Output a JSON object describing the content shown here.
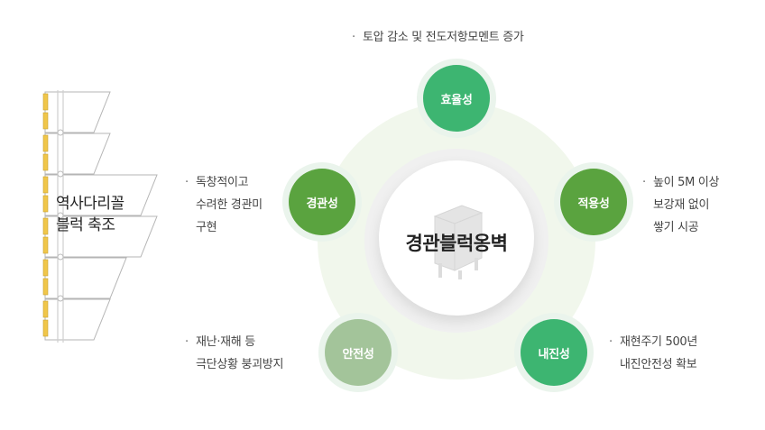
{
  "center": {
    "title": "경관블럭옹벽"
  },
  "wall": {
    "label_line1": "역사다리꼴",
    "label_line2": "블럭 축조"
  },
  "nodes": {
    "top": {
      "label": "효율성",
      "color": "#3db571"
    },
    "left": {
      "label": "경관성",
      "color": "#5aa33f"
    },
    "right": {
      "label": "적용성",
      "color": "#5aa33f"
    },
    "bottom_left": {
      "label": "안전성",
      "color": "#a3c49a"
    },
    "bottom_right": {
      "label": "내진성",
      "color": "#3db571"
    }
  },
  "descriptions": {
    "top": {
      "line1": "토압 감소 및 전도저항모멘트 증가"
    },
    "left": {
      "line1": "독창적이고",
      "line2": "수려한 경관미",
      "line3": "구현"
    },
    "right": {
      "line1": "높이 5M 이상",
      "line2": "보강재 없이",
      "line3": "쌓기 시공"
    },
    "bottom_left": {
      "line1": "재난·재해 등",
      "line2": "극단상황 붕괴방지"
    },
    "bottom_right": {
      "line1": "재현주기 500년",
      "line2": "내진안전성 확보"
    }
  },
  "bullet": "·"
}
